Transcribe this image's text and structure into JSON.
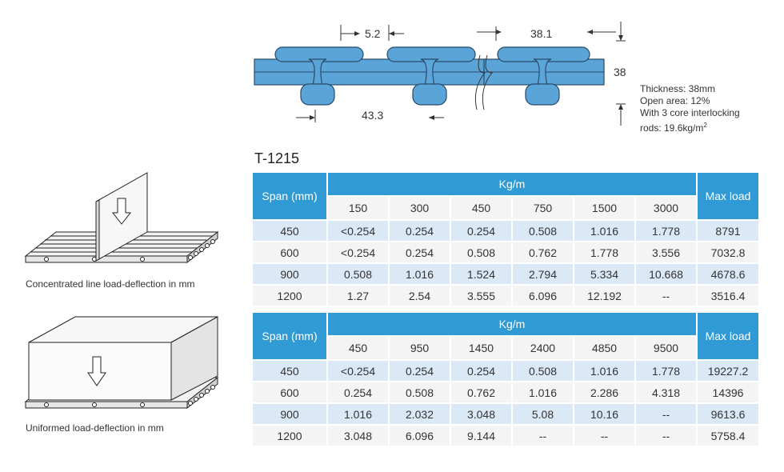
{
  "profile": {
    "dim_rib_gap": "5.2",
    "dim_pitch": "38.1",
    "dim_height": "38",
    "dim_bottom_gap": "43.3"
  },
  "specs": {
    "thickness": "Thickness: 38mm",
    "open_area": "Open area: 12%",
    "rods_line1": "With 3 core interlocking",
    "rods_line2": "rods: 19.6kg/m",
    "rods_sup": "2"
  },
  "model": "T-1215",
  "illustrations": {
    "concentrated_caption": "Concentrated line load-deflection in mm",
    "uniform_caption": "Uniformed load-deflection in mm"
  },
  "table_concentrated": {
    "span_header": "Span (mm)",
    "group_header": "Kg/m",
    "max_header": "Max load",
    "loads": [
      "150",
      "300",
      "450",
      "750",
      "1500",
      "3000"
    ],
    "rows": [
      {
        "span": "450",
        "values": [
          "<0.254",
          "0.254",
          "0.254",
          "0.508",
          "1.016",
          "1.778"
        ],
        "max": "8791"
      },
      {
        "span": "600",
        "values": [
          "<0.254",
          "0.254",
          "0.508",
          "0.762",
          "1.778",
          "3.556"
        ],
        "max": "7032.8"
      },
      {
        "span": "900",
        "values": [
          "0.508",
          "1.016",
          "1.524",
          "2.794",
          "5.334",
          "10.668"
        ],
        "max": "4678.6"
      },
      {
        "span": "1200",
        "values": [
          "1.27",
          "2.54",
          "3.555",
          "6.096",
          "12.192",
          "--"
        ],
        "max": "3516.4"
      }
    ]
  },
  "table_uniform": {
    "span_header": "Span (mm)",
    "group_header": "Kg/m",
    "max_header": "Max load",
    "loads": [
      "450",
      "950",
      "1450",
      "2400",
      "4850",
      "9500"
    ],
    "rows": [
      {
        "span": "450",
        "values": [
          "<0.254",
          "0.254",
          "0.254",
          "0.508",
          "1.016",
          "1.778"
        ],
        "max": "19227.2"
      },
      {
        "span": "600",
        "values": [
          "0.254",
          "0.508",
          "0.762",
          "1.016",
          "2.286",
          "4.318"
        ],
        "max": "14396"
      },
      {
        "span": "900",
        "values": [
          "1.016",
          "2.032",
          "3.048",
          "5.08",
          "10.16",
          "--"
        ],
        "max": "9613.6"
      },
      {
        "span": "1200",
        "values": [
          "3.048",
          "6.096",
          "9.144",
          "--",
          "--",
          "--"
        ],
        "max": "5758.4"
      }
    ]
  },
  "colors": {
    "header_blue": "#2f9ad3",
    "row_light_blue": "#dbe9f6",
    "row_grey": "#f4f4f4",
    "profile_blue": "#5aa4d8",
    "profile_outline": "#2a4a6a"
  }
}
